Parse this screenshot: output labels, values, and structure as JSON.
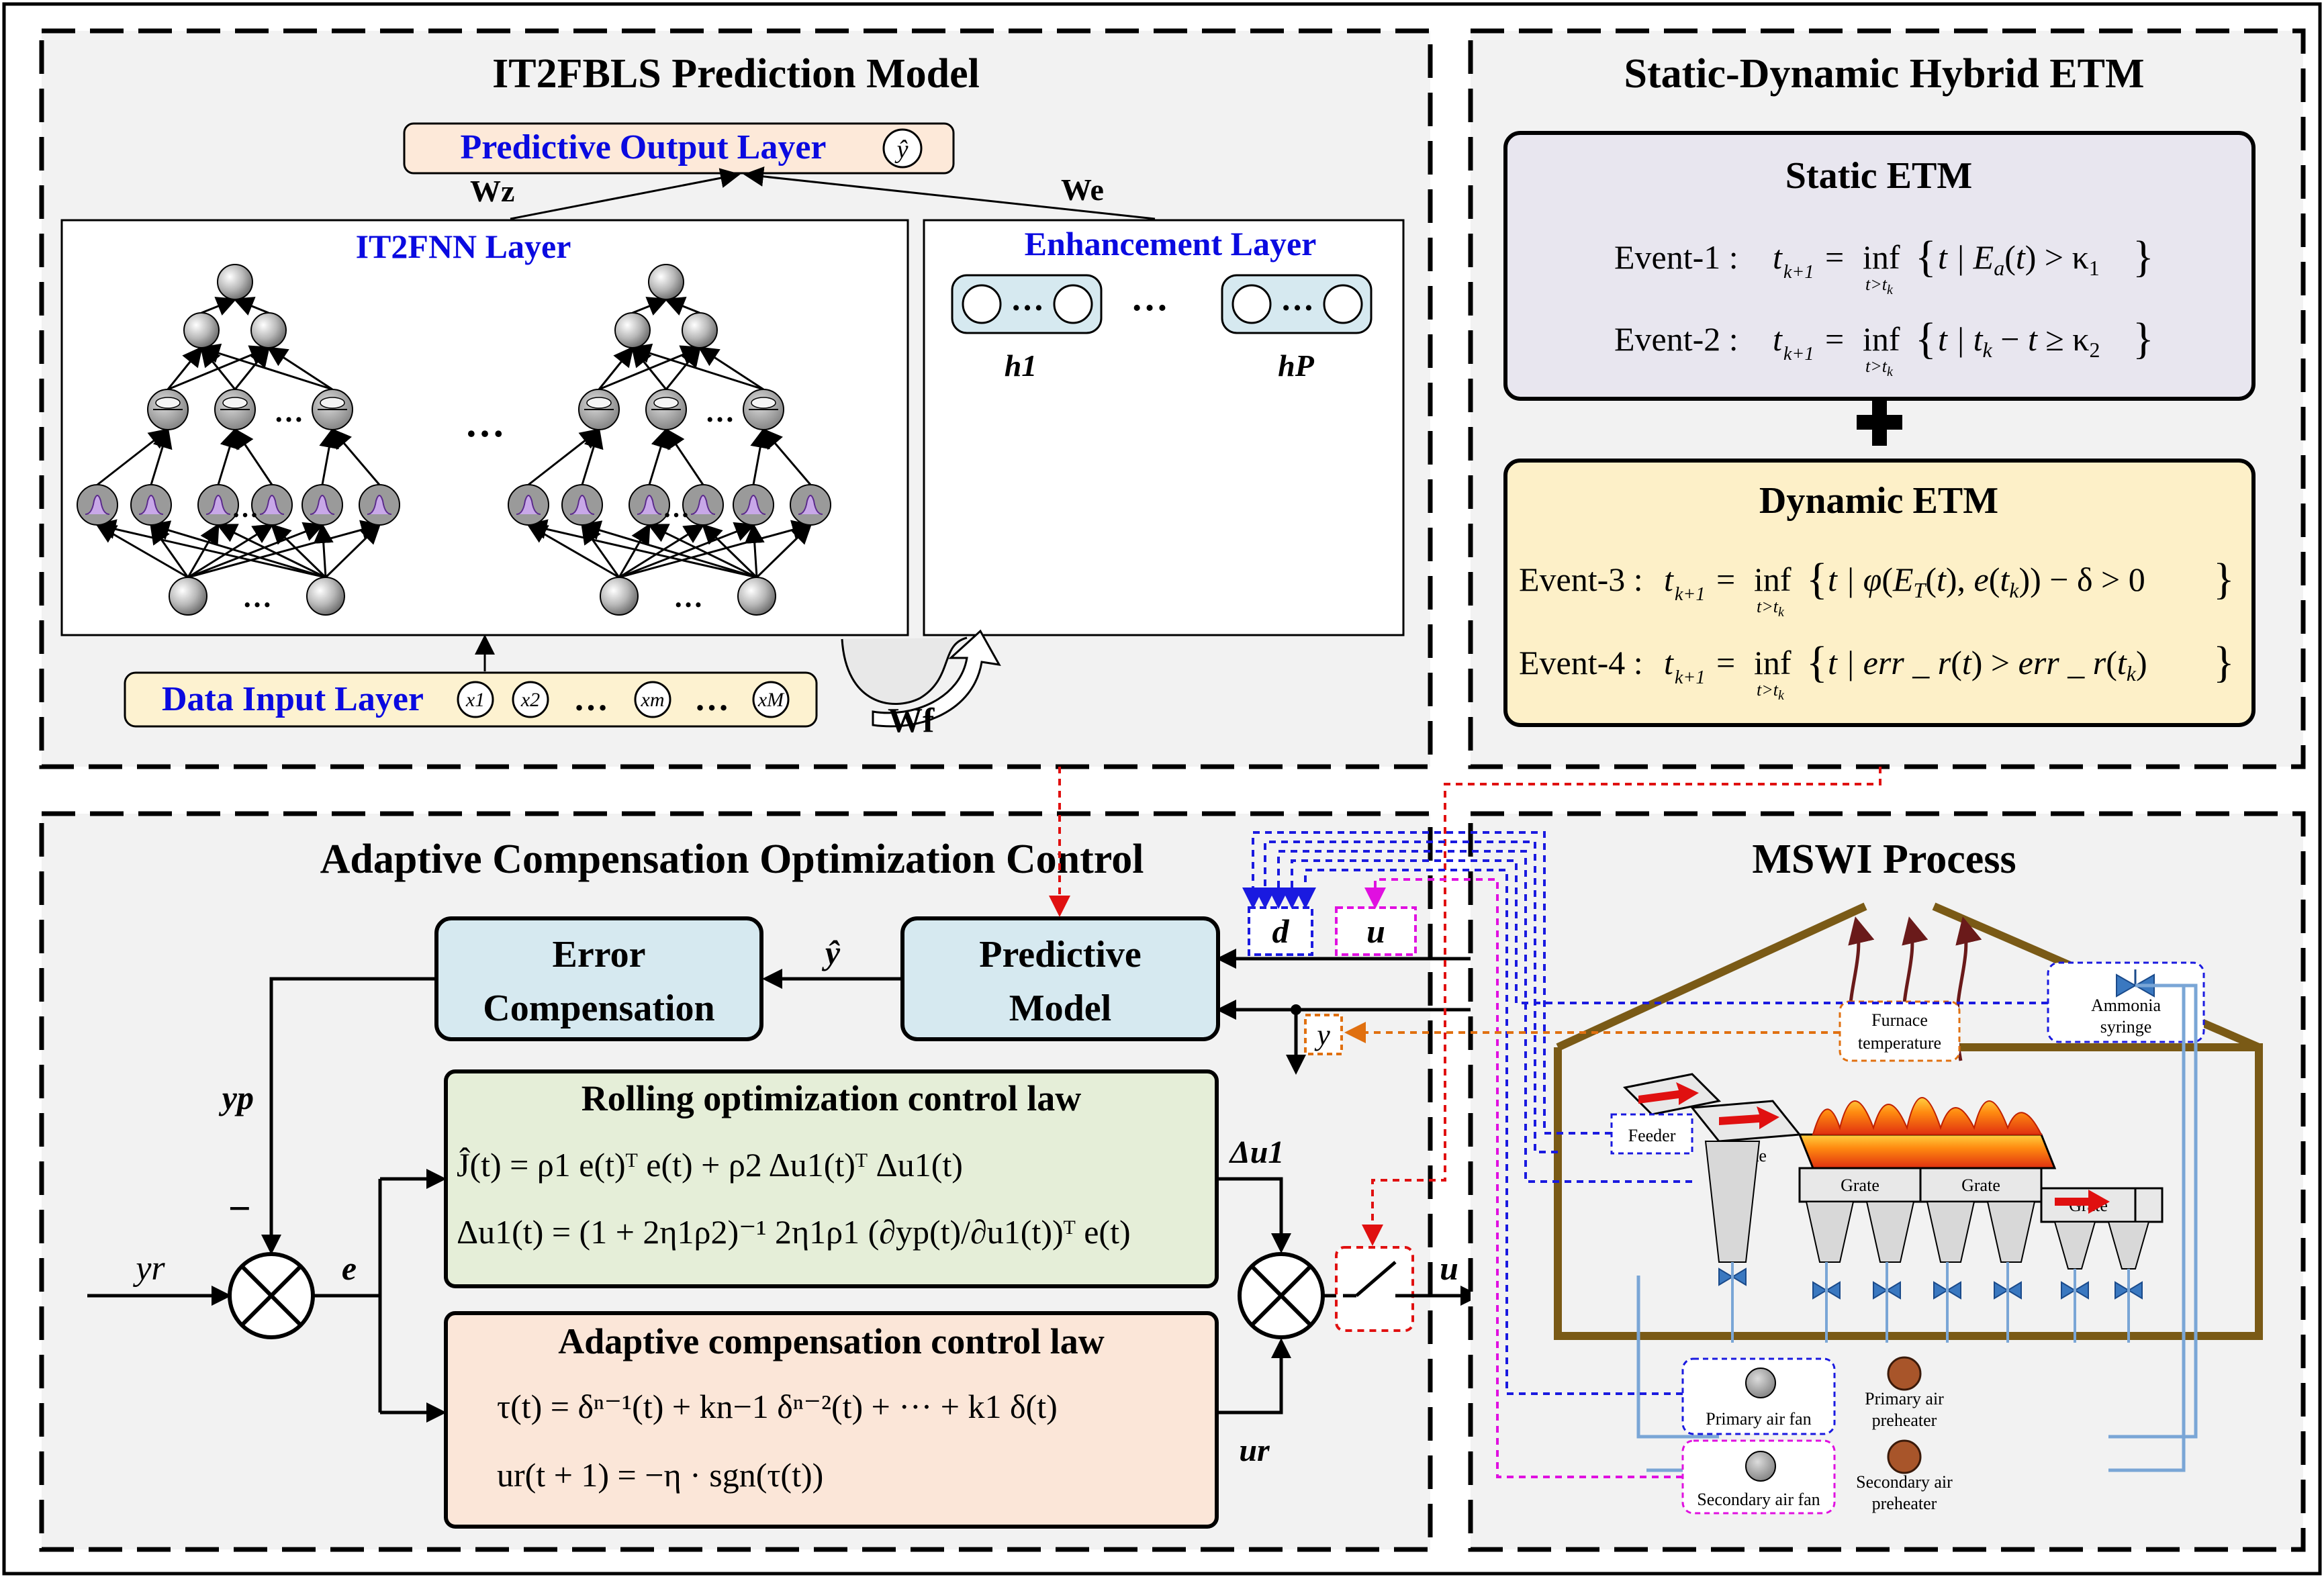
{
  "prediction_model": {
    "title": "IT2FBLS Prediction Model",
    "output_layer": "Predictive Output Layer",
    "output_symbol": "ŷ",
    "it2fnn_layer": "IT2FNN Layer",
    "enhancement_layer": "Enhancement Layer",
    "input_layer": "Data Input Layer",
    "inputs": [
      "x1",
      "x2",
      "xm",
      "xM"
    ],
    "weight_z": "Wz",
    "weight_e": "We",
    "weight_f": "Wf",
    "h_first": "h1",
    "h_last": "hP",
    "ellipsis": "…"
  },
  "etm": {
    "title": "Static-Dynamic Hybrid ETM",
    "static_title": "Static ETM",
    "event1_label": "Event-1 :",
    "event1_eq": "t_{k+1} = inf_{t>t_k} { t | E_a(t) > κ_1 }",
    "event2_label": "Event-2 :",
    "event2_eq": "t_{k+1} = inf_{t>t_k} { t | t_k − t ≥ κ_2 }",
    "dynamic_title": "Dynamic ETM",
    "event3_label": "Event-3 :",
    "event3_eq": "t_{k+1} = inf_{t>t_k} { t | φ(E_T(t), e(t_k)) − δ > 0 }",
    "event4_label": "Event-4 :",
    "event4_eq": "t_{k+1} = inf_{t>t_k} { t | err_r(t) > err_r(t_k) }"
  },
  "control": {
    "title": "Adaptive Compensation Optimization Control",
    "error_comp_line1": "Error",
    "error_comp_line2": "Compensation",
    "pred_model_line1": "Predictive",
    "pred_model_line2": "Model",
    "rolling_title": "Rolling optimization control law",
    "rolling_eq1": "Ĵ(t) = ρ1 e(t)ᵀ e(t) + ρ2 Δu1(t)ᵀ Δu1(t)",
    "rolling_eq2": "Δu1(t) = (1 + 2η1ρ2)⁻¹ 2η1ρ1 (∂yp(t)/∂u1(t))ᵀ e(t)",
    "adaptive_title": "Adaptive compensation control law",
    "adaptive_eq1": "τ(t) = δⁿ⁻¹(t) + kn−1 δⁿ⁻²(t) + ··· + k1 δ(t)",
    "adaptive_eq2": "ur(t + 1) = −η · sgn(τ(t))",
    "sig_yhat": "ŷ",
    "sig_yp": "yp",
    "sig_minus": "−",
    "sig_yr": "yr",
    "sig_e": "e",
    "sig_du1": "Δu1",
    "sig_ur": "ur",
    "sig_u": "u",
    "sig_d": "d",
    "sig_y": "y"
  },
  "mswi": {
    "title": "MSWI Process",
    "furnace_temp_line1": "Furnace",
    "furnace_temp_line2": "temperature",
    "ammonia_line1": "Ammonia",
    "ammonia_line2": "syringe",
    "feeder": "Feeder",
    "grate": "Grate",
    "primary_fan": "Primary air fan",
    "secondary_fan": "Secondary air fan",
    "primary_heater_line1": "Primary air",
    "primary_heater_line2": "preheater",
    "secondary_heater_line1": "Secondary air",
    "secondary_heater_line2": "preheater"
  },
  "colors": {
    "panel_fill": "#f2f2f2",
    "output_layer_fill": "#fde9d9",
    "input_layer_fill": "#fdf2d0",
    "static_fill": "#e8e6ef",
    "dynamic_fill": "#fdf0c8",
    "module_fill": "#d6e9f0",
    "rolling_fill": "#e5eed8",
    "adaptive_fill": "#fbe6d8",
    "blue_text": "#0a0ae0",
    "red_dotted": "#e01010",
    "blue_dotted": "#1a1ae0",
    "magenta_dotted": "#e010e0",
    "orange_dotted": "#e07010",
    "pipe": "#7aa6d6",
    "furnace_wall": "#7a5a16"
  }
}
